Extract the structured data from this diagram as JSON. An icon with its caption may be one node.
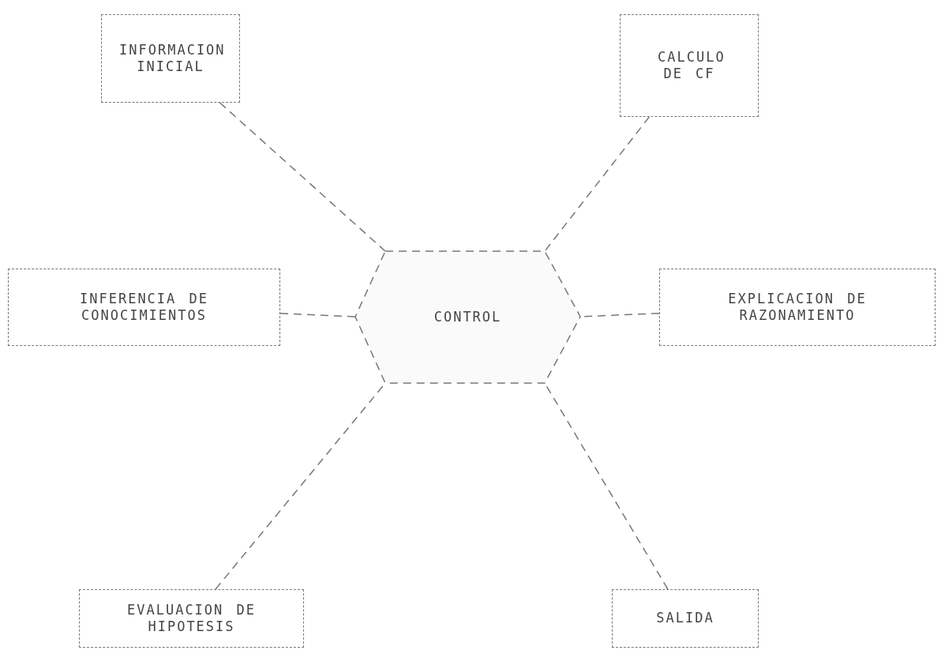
{
  "diagram": {
    "nodes": [
      {
        "text": [
          "INFORMACION INICIAL"
        ]
      },
      {
        "text": [
          "CALCULO DE CF"
        ]
      },
      {
        "text": [
          "INFERENCIA DE CONOCIMIENTOS"
        ]
      },
      {
        "text": [
          "CONTROL"
        ]
      },
      {
        "text": [
          "EXPLICACION DE RAZONAMIENTO"
        ]
      },
      {
        "text": [
          "EVALUACION DE HIPOTESIS"
        ]
      },
      {
        "text": [
          "SALIDA"
        ]
      }
    ],
    "edges": [
      {
        "from": 0,
        "to": 3,
        "arrow": "none",
        "style": "dashed"
      },
      {
        "from": 1,
        "to": 3,
        "arrow": "none",
        "style": "dashed"
      },
      {
        "from": 2,
        "to": 3,
        "arrow": "none",
        "style": "dashed"
      },
      {
        "from": 4,
        "to": 3,
        "arrow": "none",
        "style": "dashed"
      },
      {
        "from": 5,
        "to": 3,
        "arrow": "none",
        "style": "dashed"
      },
      {
        "from": 6,
        "to": 3,
        "arrow": "none",
        "style": "dashed"
      }
    ]
  }
}
